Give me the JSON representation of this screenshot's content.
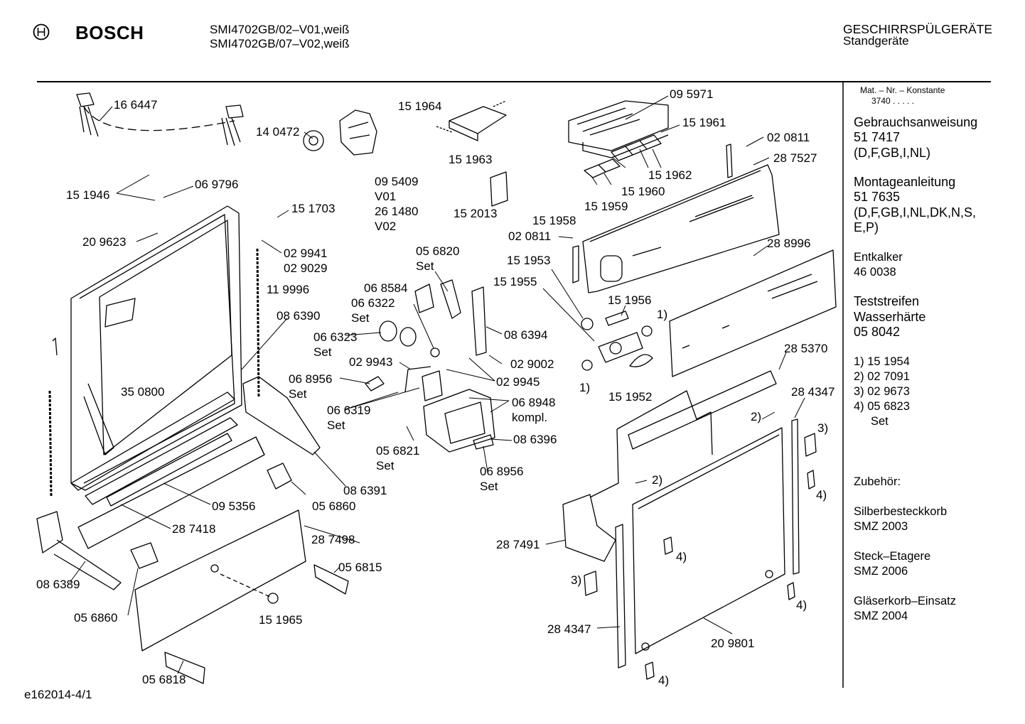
{
  "header": {
    "brand": "BOSCH",
    "models": [
      "SMI4702GB/02–V01,weiß",
      "SMI4702GB/07–V02,weiß"
    ],
    "category": "GESCHIRRSPÜLGERÄTE",
    "subcategory": "Standgeräte"
  },
  "sidebar": {
    "mat_title": "Mat. – Nr. – Konstante",
    "mat_value": "3740  .  .  .  .  .",
    "manual_title": "Gebrauchsanweisung",
    "manual_no": "51 7417",
    "manual_langs": "(D,F,GB,I,NL)",
    "assembly_title": "Montageanleitung",
    "assembly_no": "51 7635",
    "assembly_langs_1": "(D,F,GB,I,NL,DK,N,S,",
    "assembly_langs_2": "E,P)",
    "descaler_title": "Entkalker",
    "descaler_no": "46 0038",
    "strips_title_1": "Teststreifen",
    "strips_title_2": "Wasserhärte",
    "strips_no": "05 8042",
    "notes": [
      "1)  15 1954",
      "2)  02 7091",
      "3)  02 9673",
      "4)  05 6823",
      "Set"
    ],
    "accessories_title": "Zubehör:",
    "acc_1_name": "Silberbesteckkorb",
    "acc_1_no": "SMZ 2003",
    "acc_2_name": "Steck–Etagere",
    "acc_2_no": "SMZ 2006",
    "acc_3_name": "Gläserkorb–Einsatz",
    "acc_3_no": "SMZ 2004"
  },
  "footer": {
    "drawing_id": "e162014-4/1"
  },
  "labels": [
    "16 6447",
    "14 0472",
    "15 1964",
    "09 5971",
    "15 1961",
    "02 0811",
    "28 7527",
    "15 1963",
    "15 1962",
    "15 1946",
    "06 9796",
    "09 5409",
    "V01",
    "26 1480",
    "V02",
    "15 1960",
    "15 1958",
    "15 1959",
    "15 2013",
    "15 1703",
    "02 0811",
    "20 9623",
    "02 9941",
    "02 9029",
    "05 6820",
    "Set",
    "28 8996",
    "15 1953",
    "11 9996",
    "15 1955",
    "06 8584",
    "06 6322",
    "Set",
    "15 1956",
    "1)",
    "08 6390",
    "06 6323",
    "Set",
    "08 6394",
    "02 9002",
    "02 9943",
    "02 9945",
    "1)",
    "15 1952",
    "28 5370",
    "06 8956",
    "Set",
    "06 8948",
    "kompl.",
    "35 0800",
    "06 6319",
    "Set",
    "28 4347",
    "2)",
    "3)",
    "05 6821",
    "Set",
    "08 6396",
    "06 8956",
    "Set",
    "2)",
    "4)",
    "08 6391",
    "05 6860",
    "09 5356",
    "28 7418",
    "28 7498",
    "28 7491",
    "4)",
    "05 6815",
    "3)",
    "08 6389",
    "4)",
    "05 6860",
    "15 1965",
    "28 4347",
    "20 9801",
    "05 6818",
    "4)"
  ]
}
